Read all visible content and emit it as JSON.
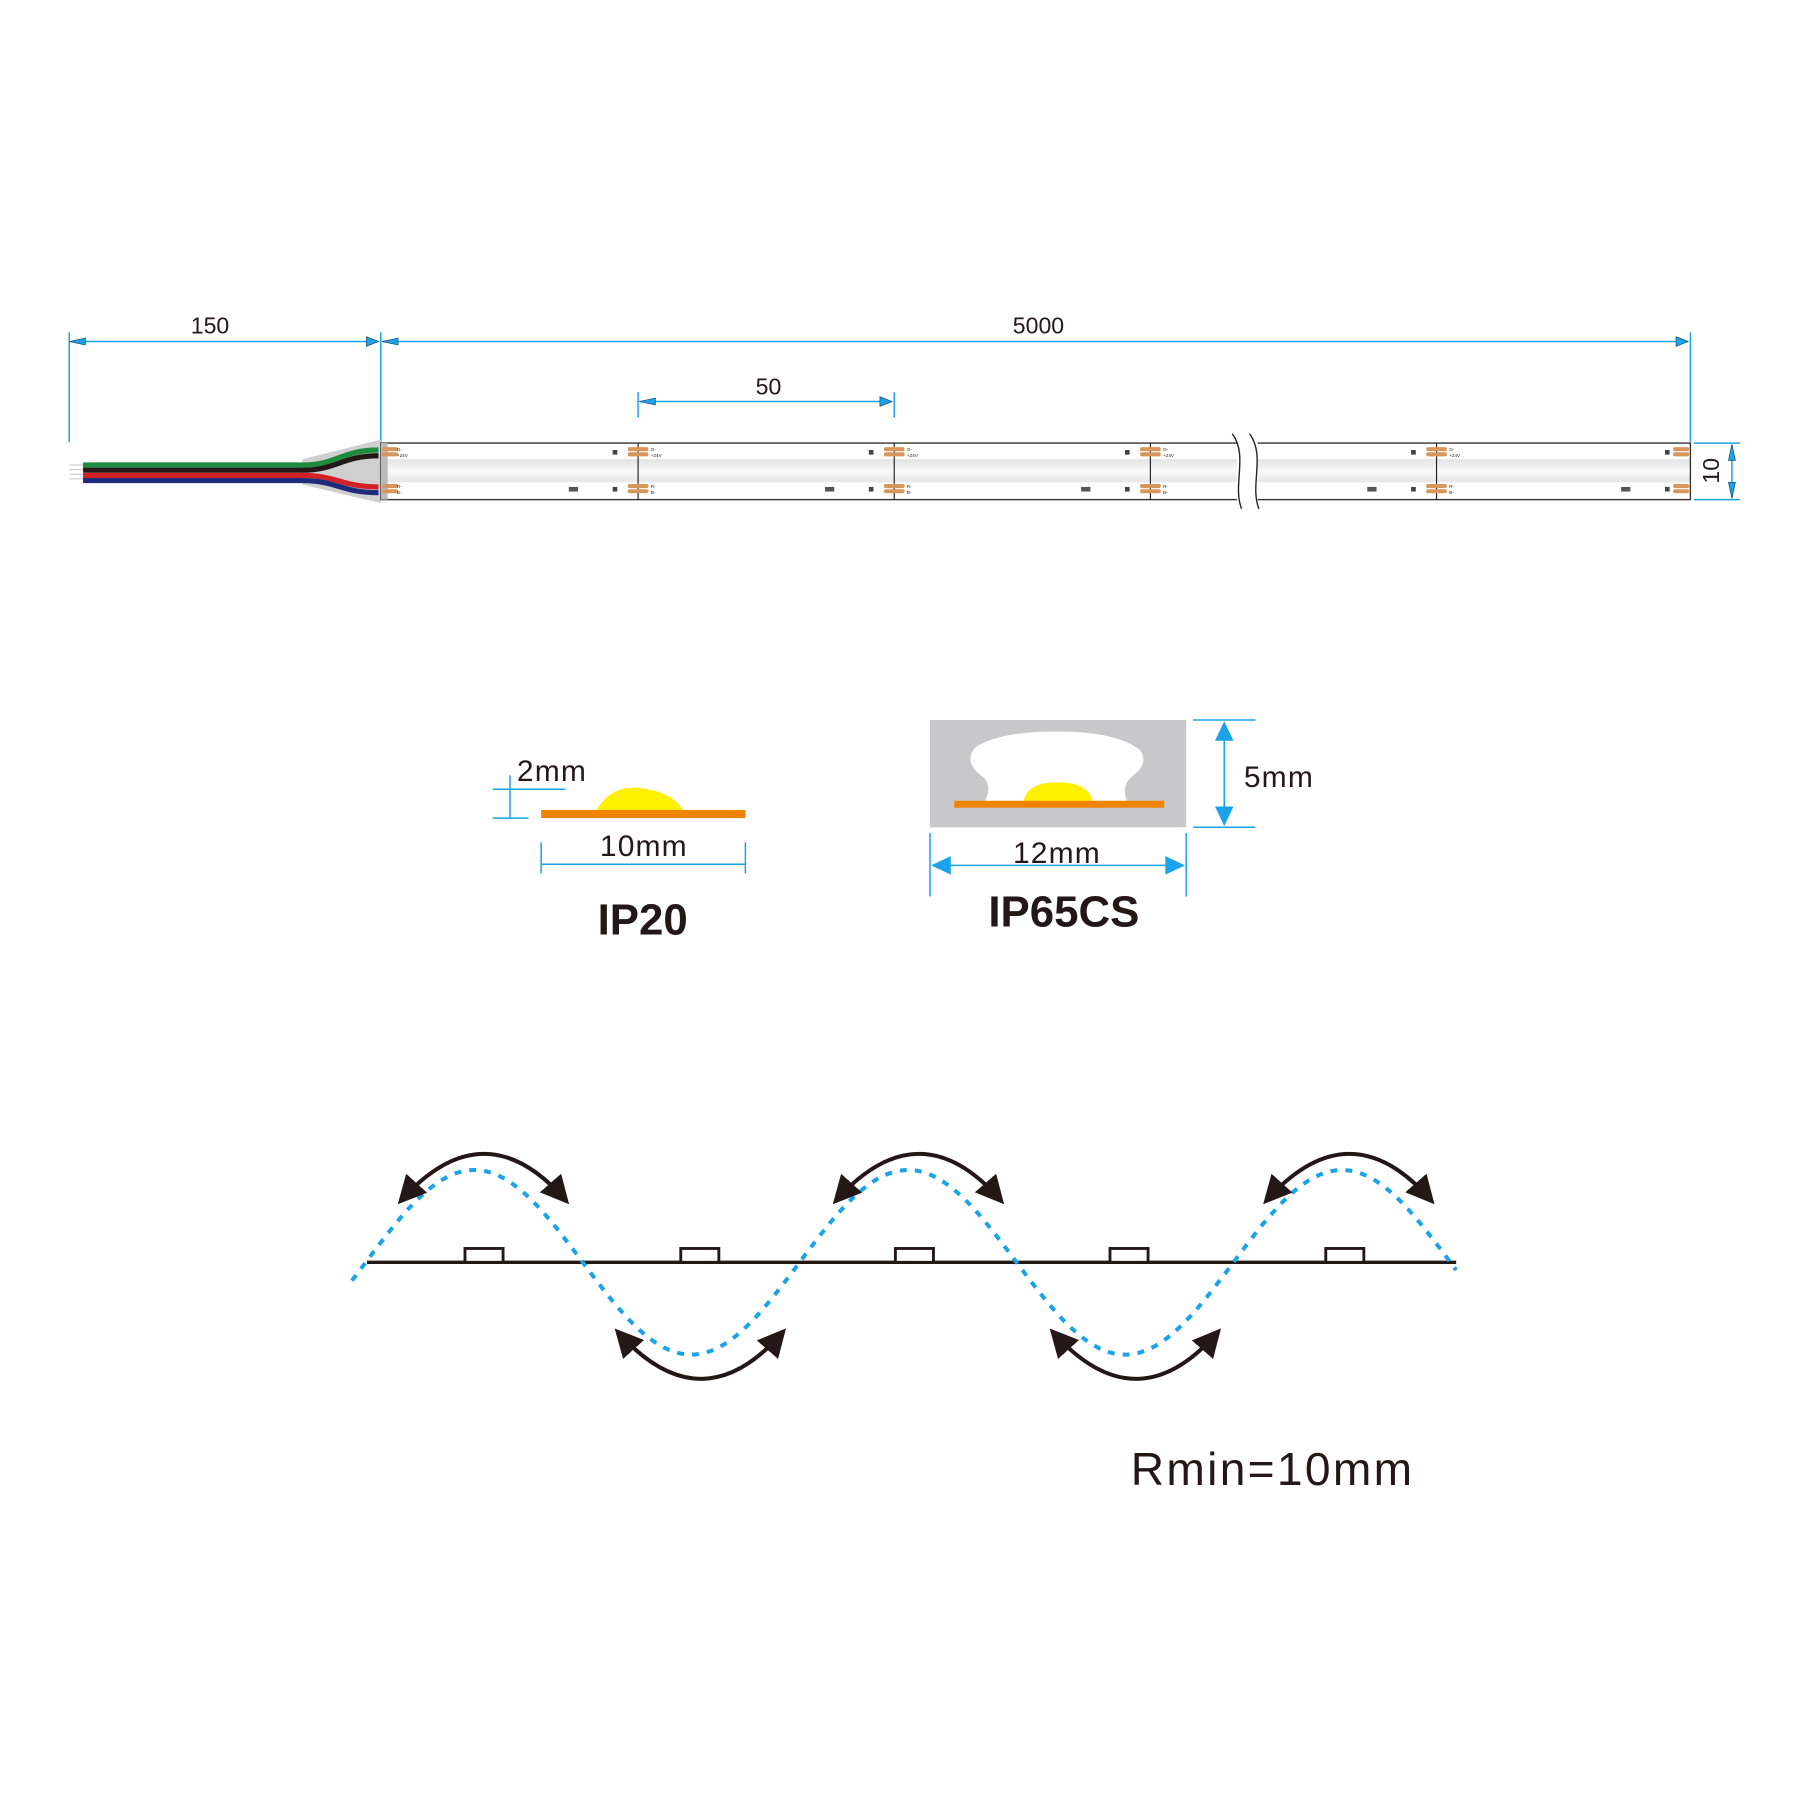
{
  "strip": {
    "dim_lead": "150",
    "dim_length": "5000",
    "dim_pitch": "50",
    "dim_width": "10",
    "pad_labels_top": [
      "G-",
      "+24V"
    ],
    "pad_labels_bottom": [
      "R-",
      "B-"
    ],
    "wire_colors": [
      "#1e8c3e",
      "#231815",
      "#d31f26",
      "#1e2a7a"
    ]
  },
  "ip20": {
    "height": "2mm",
    "width": "10mm",
    "title": "IP20"
  },
  "ip65cs": {
    "height": "5mm",
    "width": "12mm",
    "title": "IP65CS"
  },
  "bending": {
    "label": "Rmin=10mm"
  },
  "colors": {
    "dimension": "#1aa3e8",
    "pcb": "#f08300",
    "phosphor": "#fff000",
    "pad": "#d9965a"
  }
}
